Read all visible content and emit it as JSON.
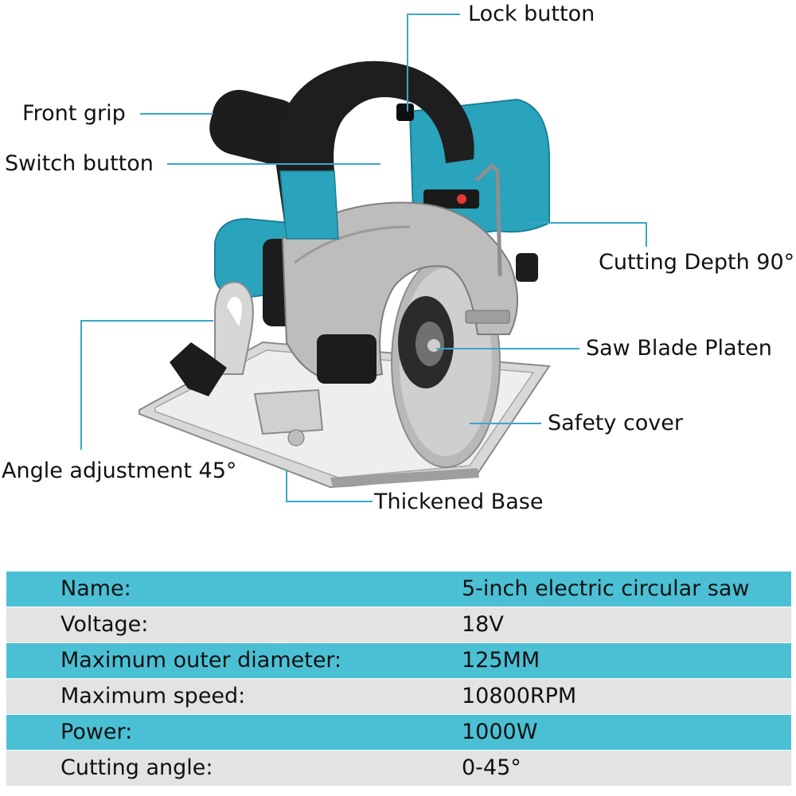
{
  "callouts": {
    "lock_button": "Lock button",
    "front_grip": "Front grip",
    "switch_button": "Switch button",
    "cutting_depth": "Cutting Depth 90°",
    "saw_blade_platen": "Saw Blade Platen",
    "safety_cover": "Safety cover",
    "angle_adjustment": "Angle adjustment 45°",
    "thickened_base": "Thickened Base"
  },
  "specs": [
    {
      "label": "Name:",
      "value": "5-inch electric circular saw"
    },
    {
      "label": "Voltage:",
      "value": "18V"
    },
    {
      "label": "Maximum outer diameter:",
      "value": "125MM"
    },
    {
      "label": "Maximum speed:",
      "value": "10800RPM"
    },
    {
      "label": "Power:",
      "value": "1000W"
    },
    {
      "label": "Cutting angle:",
      "value": "0-45°"
    }
  ],
  "colors": {
    "brand_teal": "#2aa3bd",
    "row_teal": "#4bc0d5",
    "row_gray": "#e3e3e3",
    "leader_line": "#3aa6c9"
  }
}
